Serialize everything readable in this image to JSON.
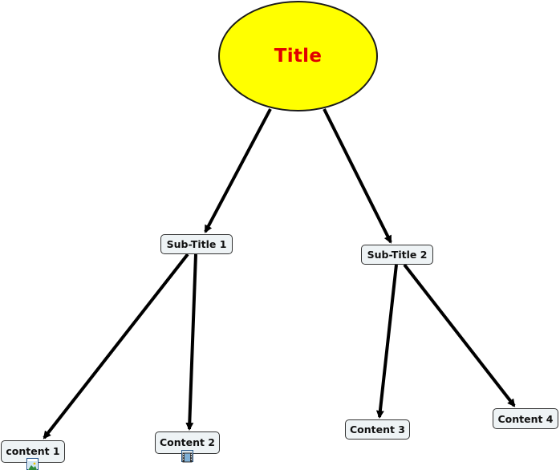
{
  "diagram": {
    "root": {
      "label": "Title",
      "fill_color": "#ffff00",
      "text_color": "#e00000"
    },
    "subtitles": [
      {
        "id": "sub1",
        "label": "Sub-Title 1"
      },
      {
        "id": "sub2",
        "label": "Sub-Title 2"
      }
    ],
    "contents": [
      {
        "id": "c1",
        "label": "content 1",
        "parent": "sub1",
        "attachment_icon": "image-icon"
      },
      {
        "id": "c2",
        "label": "Content 2",
        "parent": "sub1",
        "attachment_icon": "film-icon"
      },
      {
        "id": "c3",
        "label": "Content 3",
        "parent": "sub2"
      },
      {
        "id": "c4",
        "label": "Content 4",
        "parent": "sub2"
      }
    ],
    "edges": [
      {
        "from": "root",
        "to": "sub1"
      },
      {
        "from": "root",
        "to": "sub2"
      },
      {
        "from": "sub1",
        "to": "c1"
      },
      {
        "from": "sub1",
        "to": "c2"
      },
      {
        "from": "sub2",
        "to": "c3"
      },
      {
        "from": "sub2",
        "to": "c4"
      }
    ],
    "edge_color": "#000000",
    "node_fill": "#eef3f5",
    "node_border": "#333333"
  }
}
